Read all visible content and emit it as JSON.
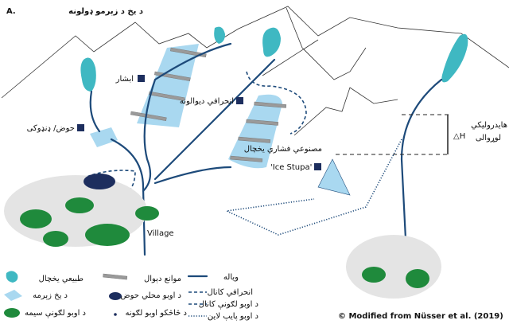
{
  "title": {
    "letter": "A.",
    "text": "د یخ د زېرمو ډولونه"
  },
  "labels": {
    "waterfall": "ابشار",
    "diversion_walls": "انحرافي دیوالونه",
    "basin": "حوض/ ډنډوکی",
    "artificial_glacier": "مصنوعي فشاري یخچال",
    "ice_stupa": "'Ice Stupa'",
    "hydraulic_head_1": "هایدرولیکي",
    "hydraulic_head_2": "لوړوالی",
    "delta_h": "△H",
    "village": "Village"
  },
  "legend": [
    {
      "icon": "natural-glacier",
      "label": "طبیعي یخچال"
    },
    {
      "icon": "ice-reservoir",
      "label": "د یخ زېرمه"
    },
    {
      "icon": "irrigated-area",
      "label": "د اوبو لګونې سیمه"
    },
    {
      "icon": "barrier-wall",
      "label": "موانع دېوال"
    },
    {
      "icon": "local-water-basin",
      "label": "د اوبو محلي حوض"
    },
    {
      "icon": "drip-irrigation",
      "label": "د څاڅکو اوبو لګونه"
    },
    {
      "icon": "stream-line",
      "label": "ویاله"
    },
    {
      "icon": "diversion-canal",
      "label": "انحرافي کانال"
    },
    {
      "icon": "irrigation-canal",
      "label": "د اوبو لګونې کانال"
    },
    {
      "icon": "water-pipeline",
      "label": "د اوبو پایپ لاین"
    }
  ],
  "credit": "© Modified from Nüsser et al. (2019)",
  "colors": {
    "glacier": "#3fb8c2",
    "ice": "#a9d8f0",
    "river": "#1d4a7a",
    "field": "#1f8a3c",
    "badge": "#1d2e5e"
  }
}
